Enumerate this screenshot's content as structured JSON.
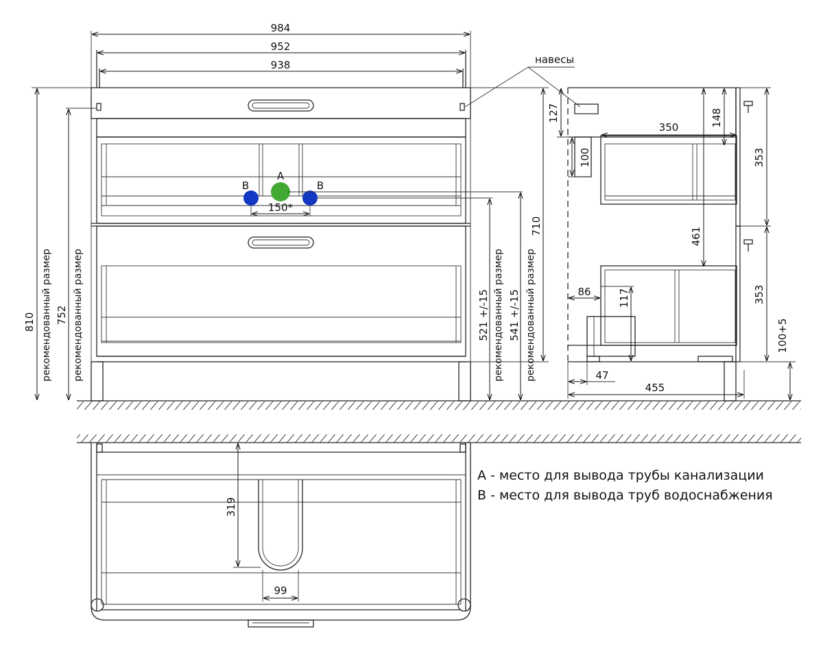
{
  "dimensions": {
    "width_984": "984",
    "width_952": "952",
    "width_938": "938",
    "hinges_label": "навесы",
    "height_810": "810",
    "recommended_label": "рекомендованный размер",
    "height_752": "752",
    "point_a": "A",
    "point_b": "B",
    "spacing_150": "150*",
    "height_521": "521 +/-15",
    "height_541": "541 +/-15",
    "height_710": "710",
    "side_127": "127",
    "side_148": "148",
    "side_350": "350",
    "side_100": "100",
    "side_353_top": "353",
    "side_461": "461",
    "side_86": "86",
    "side_117": "117",
    "side_353_bottom": "353",
    "side_100_5": "100+5",
    "side_47": "47",
    "side_455": "455",
    "plan_319": "319",
    "plan_99": "99"
  },
  "legend": {
    "a_text": "A - место для вывода трубы канализации",
    "b_text": "B - место для вывода труб водоснабжения"
  },
  "colors": {
    "point_a": "#43a935",
    "point_b": "#1238c4"
  }
}
